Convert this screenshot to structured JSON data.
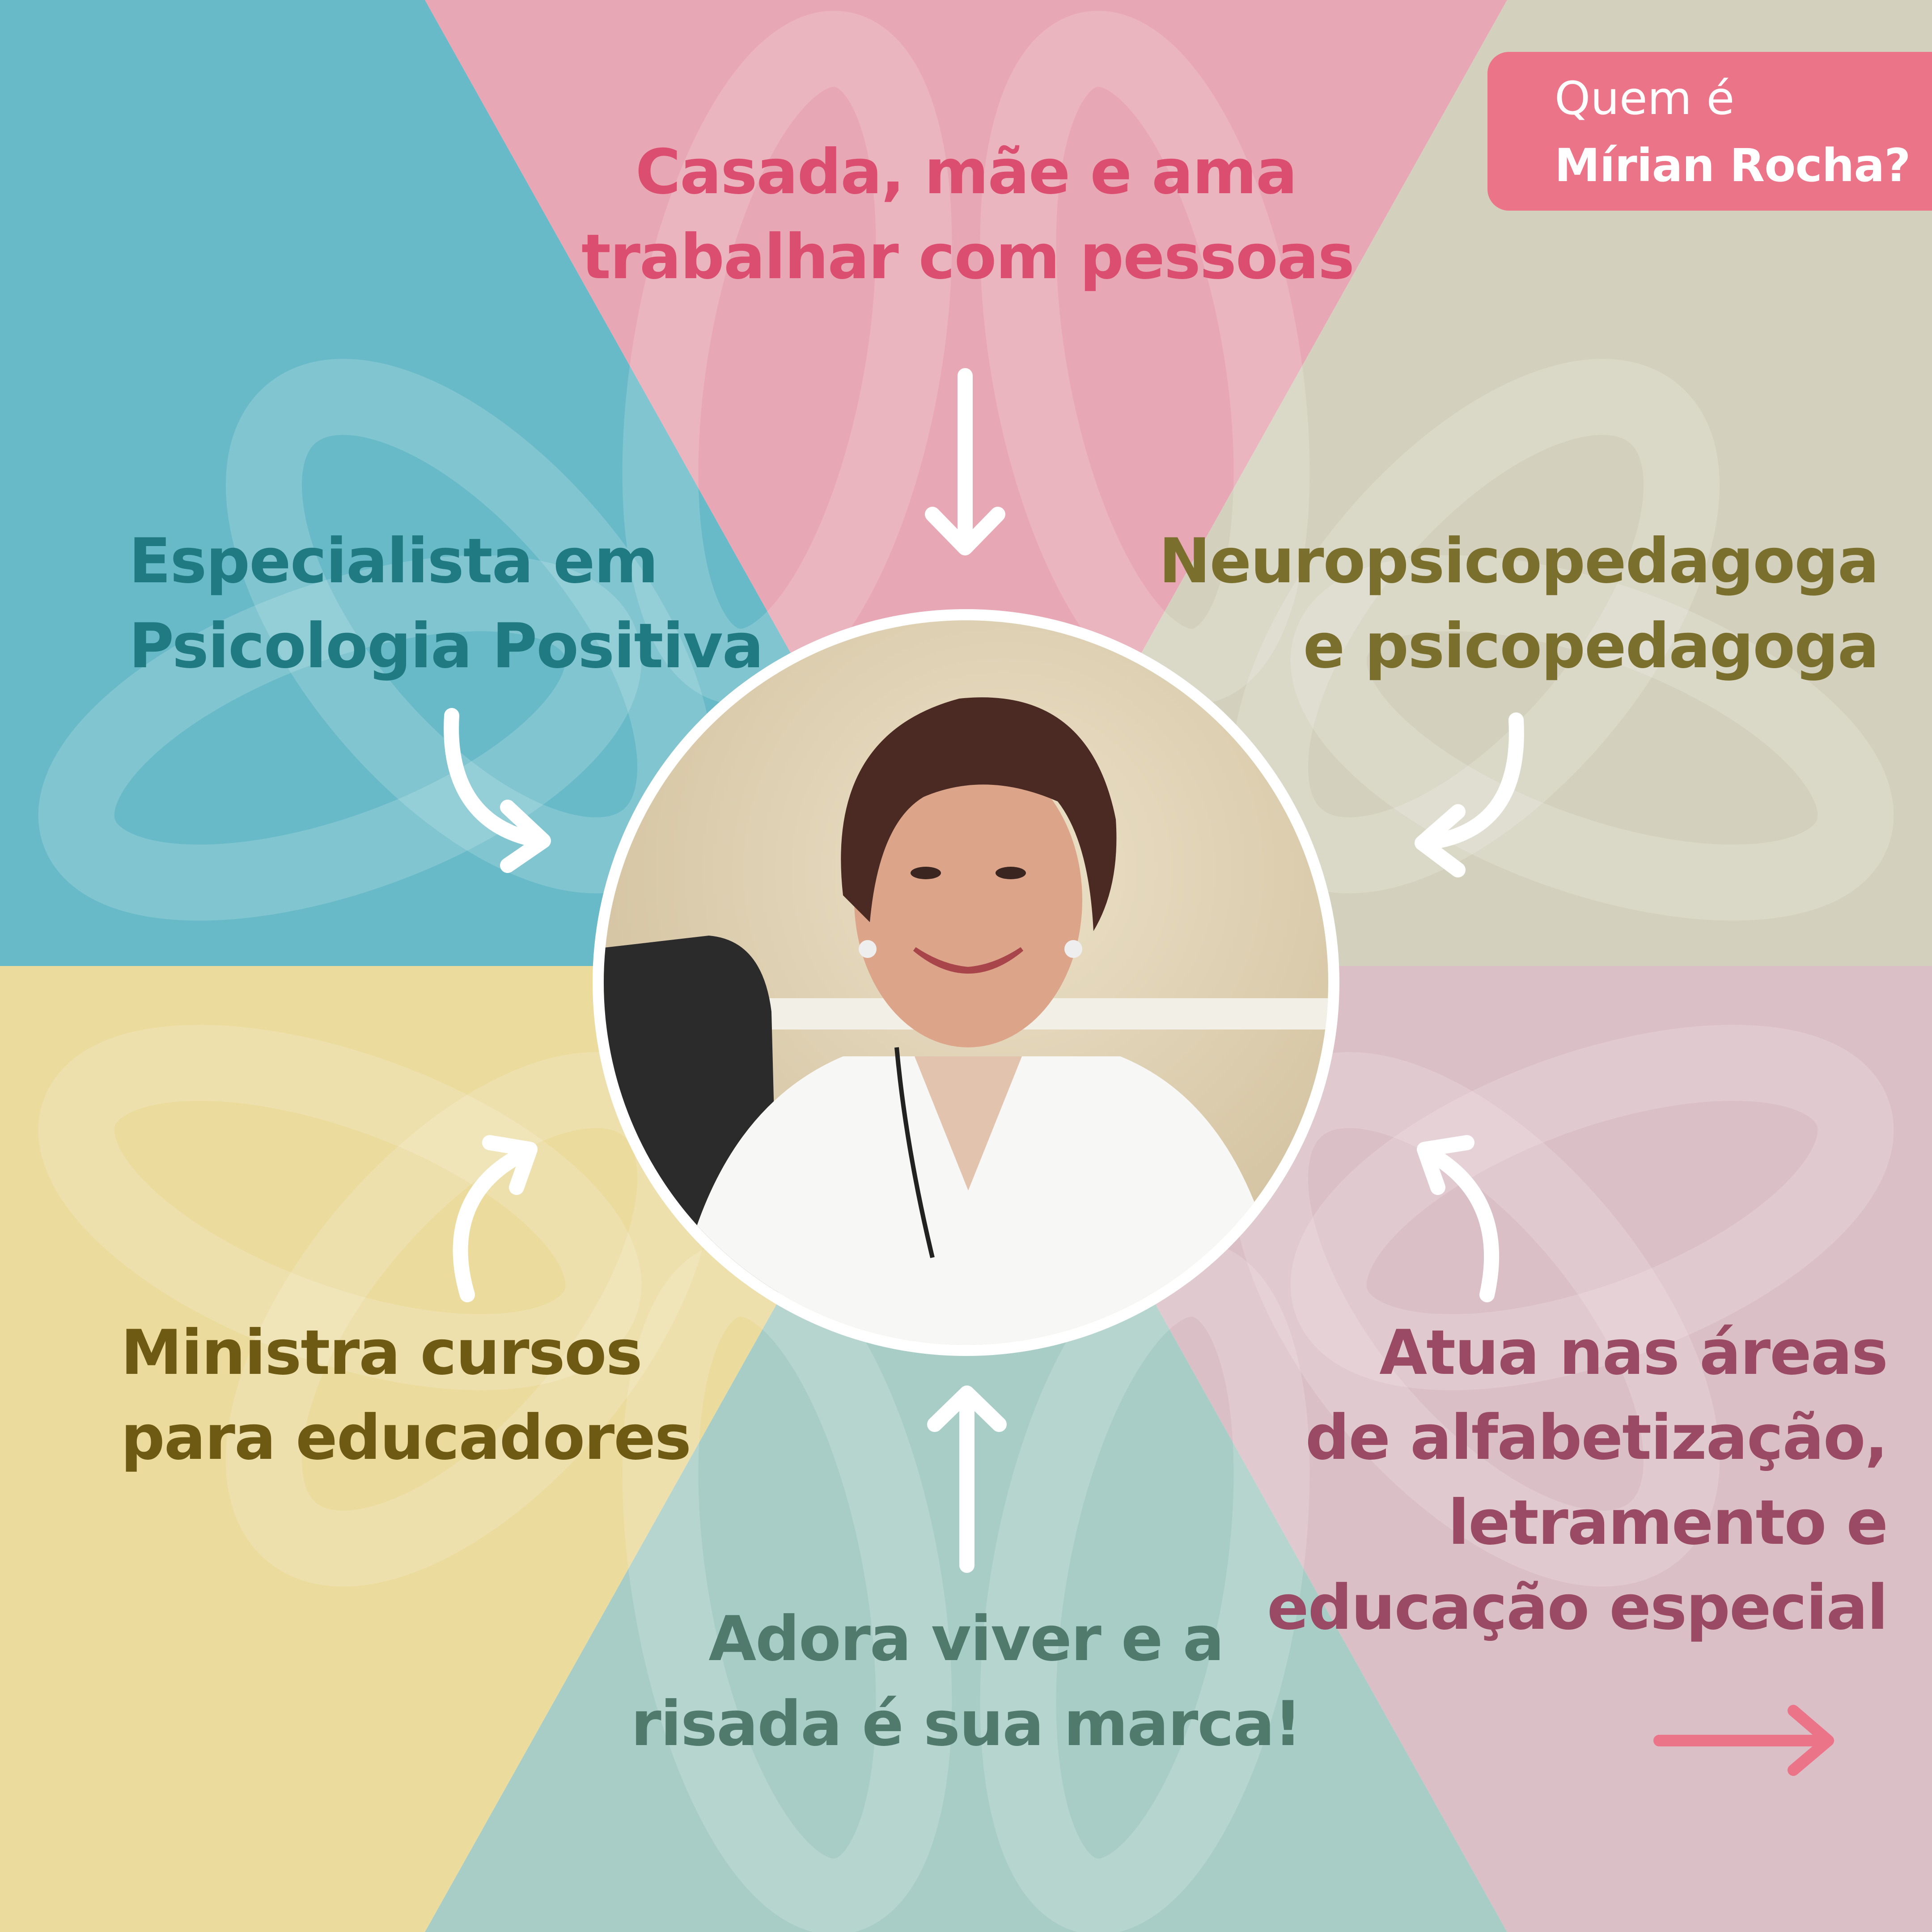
{
  "colors": {
    "blue": "#68bac8",
    "pink": "#e8a7b4",
    "grey": "#d3d1bd",
    "yellow": "#ebdb9c",
    "teal": "#a8cdc6",
    "mauve": "#dbbfc6",
    "badge": "#ec7489",
    "text_pink": "#db4e6f",
    "text_blue": "#1f7a82",
    "text_olive": "#7a6f2d",
    "text_brown": "#6e5a12",
    "text_teal": "#4f7a6c",
    "text_mauve": "#9a4a64",
    "arrow_white": "#ffffff",
    "arrow_pink": "#ec7489"
  },
  "badge": {
    "line1": "Quem é",
    "line2": "Mírian Rocha?"
  },
  "traits": {
    "top": [
      "Casada, mãe e ama",
      "trabalhar com pessoas"
    ],
    "left": [
      "Especialista em",
      "Psicologia Positiva"
    ],
    "right": [
      "Neuropsicopedagoga",
      "e psicopedagoga"
    ],
    "bottom_left": [
      "Ministra cursos",
      "para educadores"
    ],
    "bottom": [
      "Adora viver e a",
      "risada é sua marca!"
    ],
    "bottom_right": [
      "Atua nas áreas",
      "de alfabetização,",
      "letramento e",
      "educação especial"
    ]
  },
  "icons": {
    "center": "portrait-photo",
    "next": "arrow-right-icon",
    "pointer": "arrow-icon"
  }
}
